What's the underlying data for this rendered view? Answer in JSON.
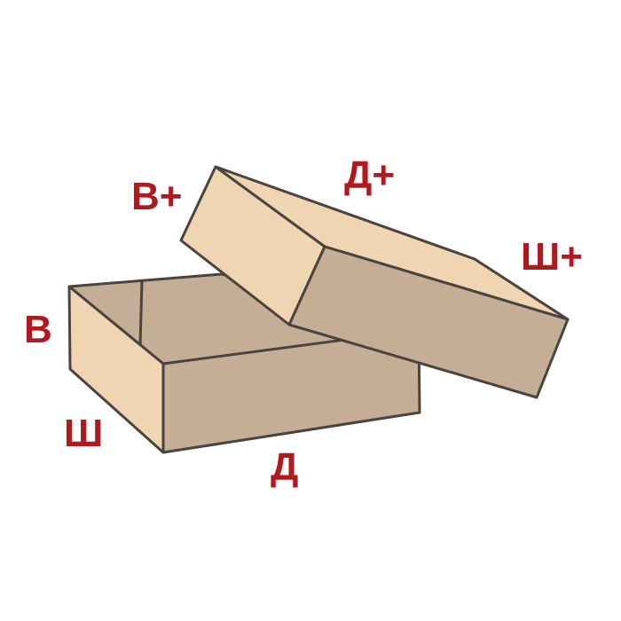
{
  "labels": {
    "lid_height": "В+",
    "lid_length": "Д+",
    "lid_width": "Ш+",
    "box_height": "В",
    "box_width": "Ш",
    "box_length": "Д"
  },
  "colors": {
    "light_face": "#efd5b1",
    "dark_face": "#c4ae95",
    "stroke": "#4a4340",
    "label": "#b01a1e"
  }
}
